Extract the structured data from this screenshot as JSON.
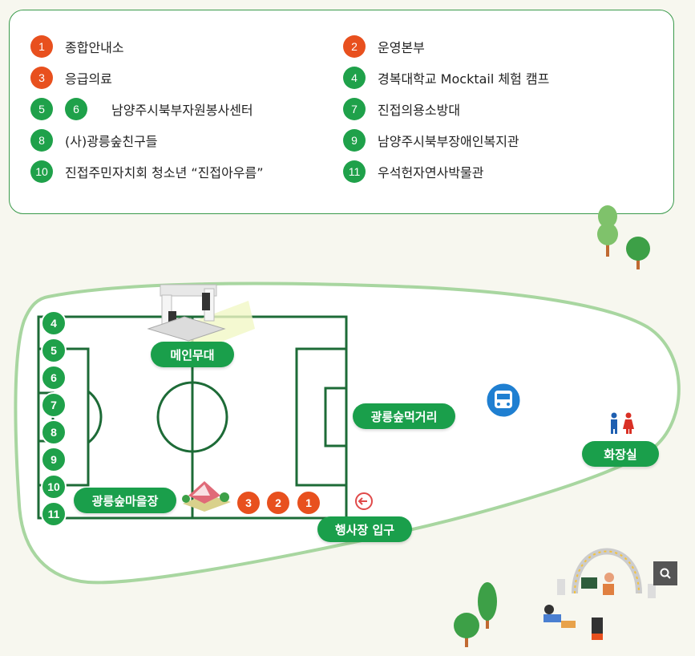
{
  "legend": {
    "items": [
      {
        "nums": [
          "1"
        ],
        "color": "red",
        "label": "종합안내소"
      },
      {
        "nums": [
          "2"
        ],
        "color": "red",
        "label": "운영본부"
      },
      {
        "nums": [
          "3"
        ],
        "color": "red",
        "label": "응급의료"
      },
      {
        "nums": [
          "4"
        ],
        "color": "green",
        "label": "경복대학교 Mocktail 체험 캠프"
      },
      {
        "nums": [
          "5",
          "6"
        ],
        "color": "green",
        "label": "남양주시북부자원봉사센터"
      },
      {
        "nums": [
          "7"
        ],
        "color": "green",
        "label": "진접의용소방대"
      },
      {
        "nums": [
          "8"
        ],
        "color": "green",
        "label": "(사)광릉숲친구들"
      },
      {
        "nums": [
          "9"
        ],
        "color": "green",
        "label": "남양주시북부장애인복지관"
      },
      {
        "nums": [
          "10"
        ],
        "color": "green",
        "label": "진접주민자치회 청소년 “진접아우름”"
      },
      {
        "nums": [
          "11"
        ],
        "color": "green",
        "label": "우석헌자연사박물관"
      }
    ]
  },
  "map": {
    "labels": {
      "main_stage": "메인무대",
      "food_street": "광릉숲먹거리",
      "village_market": "광릉숲마을장",
      "restroom": "화장실",
      "entrance": "행사장 입구"
    },
    "booth_numbers_left": [
      "4",
      "5",
      "6",
      "7",
      "8",
      "9",
      "10",
      "11"
    ],
    "booth_numbers_bottom": [
      "3",
      "2",
      "1"
    ]
  },
  "icons": {
    "bus": "bus-icon",
    "restroom": "restroom-icon",
    "entrance_arrow": "entrance-arrow-icon",
    "zoom": "search-icon"
  },
  "colors": {
    "field_green": "#1d6b37",
    "pill_green": "#1a9f4b",
    "badge_red": "#e8501e",
    "badge_green": "#1fa14a",
    "bus_blue": "#1f7fd1"
  }
}
